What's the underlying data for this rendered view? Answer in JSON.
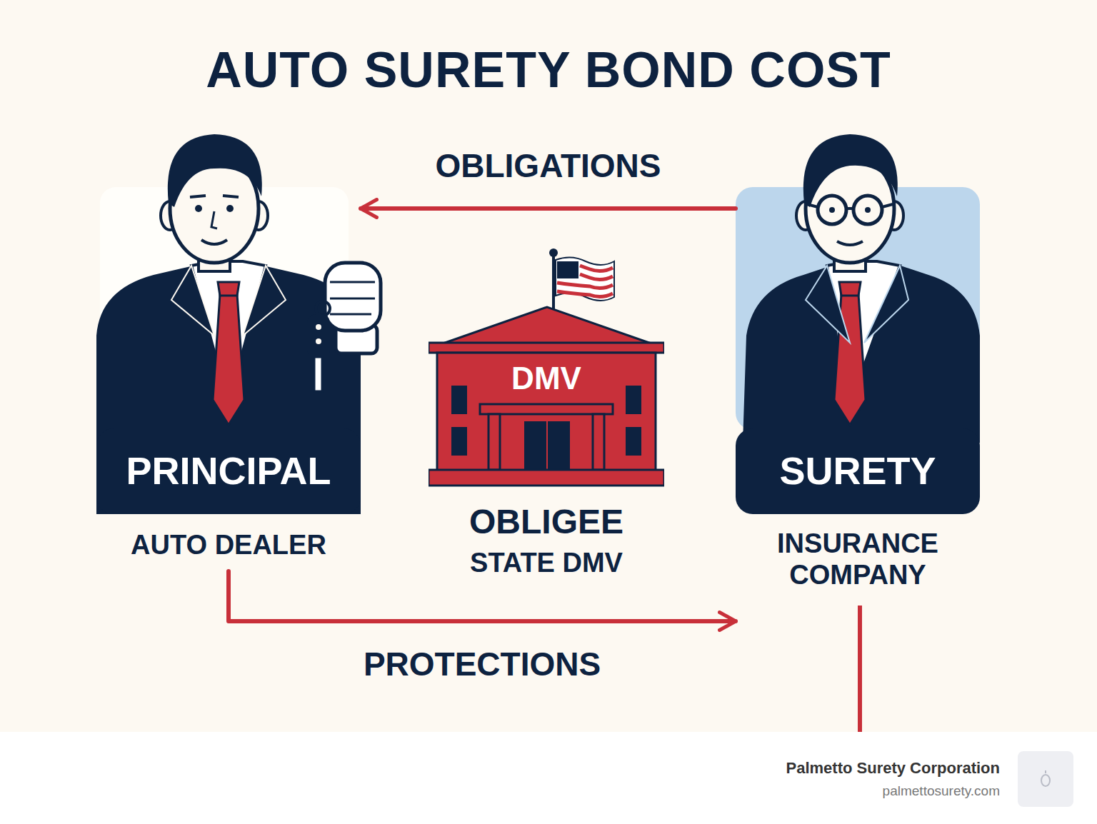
{
  "diagram": {
    "title": "AUTO SURETY BOND COST",
    "nodes": [
      {
        "text": [
          "PRINCIPAL",
          "AUTO DEALER"
        ]
      },
      {
        "text": [
          "DMV",
          "OBLIGEE",
          "STATE DMV"
        ]
      },
      {
        "text": [
          "SURETY",
          "INSURANCE COMPANY"
        ]
      }
    ],
    "edges": [
      {
        "from": 2,
        "to": 0,
        "arrow": "to",
        "label": "OBLIGATIONS"
      },
      {
        "from": 0,
        "to": 2,
        "arrow": "to",
        "label": "PROTECTIONS"
      }
    ],
    "labels": [
      "Palmetto Surety Corporation",
      "palmettosurety.com"
    ]
  }
}
